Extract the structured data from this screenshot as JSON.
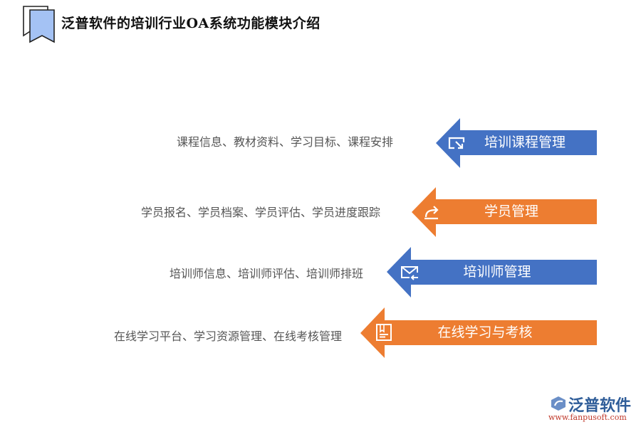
{
  "header": {
    "title": "泛普软件的培训行业OA系统功能模块介绍",
    "icon": "bookmark-icon",
    "icon_color": "#a4c2f4"
  },
  "modules": [
    {
      "label": "培训课程管理",
      "description": "课程信息、教材资料、学习目标、课程安排",
      "icon": "screen-share-icon",
      "color": "#4472c4"
    },
    {
      "label": "学员管理",
      "description": "学员报名、学员档案、学员评估、学员进度跟踪",
      "icon": "share-arrow-icon",
      "color": "#ed7d31"
    },
    {
      "label": "培训师管理",
      "description": "培训师信息、培训师评估、培训师排班",
      "icon": "mail-reply-icon",
      "color": "#4472c4"
    },
    {
      "label": "在线学习与考核",
      "description": "在线学习平台、学习资源管理、在线考核管理",
      "icon": "book-icon",
      "color": "#ed7d31"
    }
  ],
  "watermark": {
    "brand": "泛普软件",
    "url": "www.fanpusoft.com"
  }
}
